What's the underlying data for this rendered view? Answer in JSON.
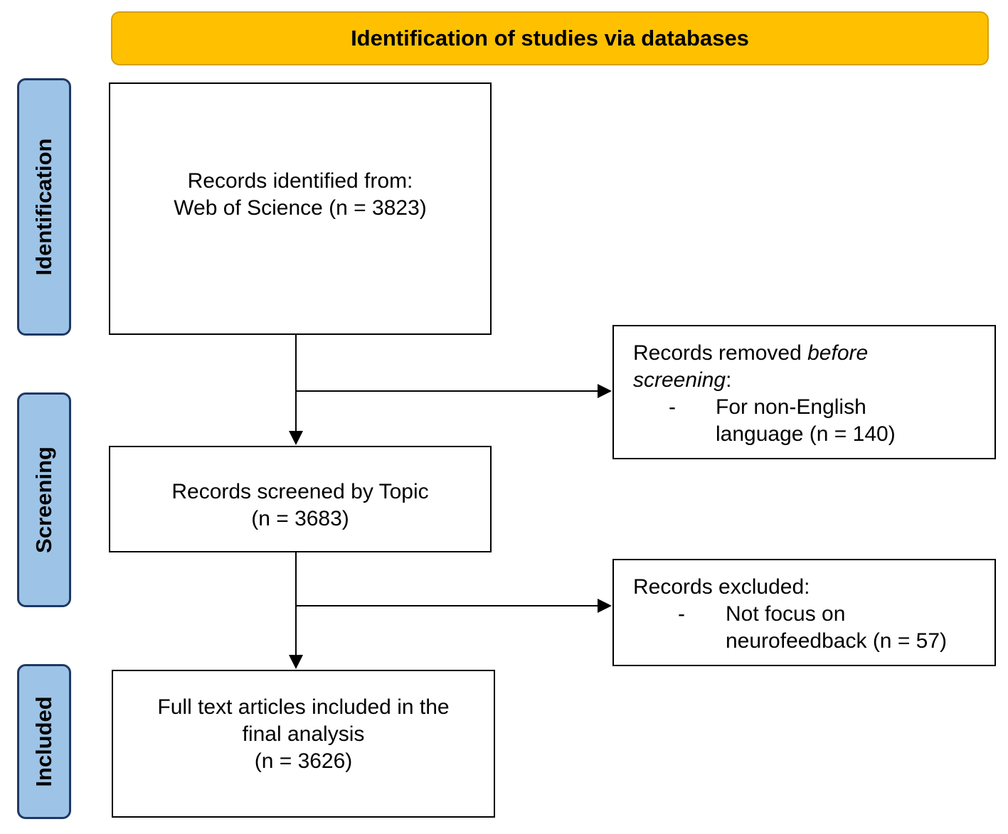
{
  "banner": {
    "title": "Identification of studies via databases"
  },
  "phases": {
    "identification": "Identification",
    "screening": "Screening",
    "included": "Included"
  },
  "boxes": {
    "identified": {
      "line1": "Records identified from:",
      "line2": "Web of Science (n = 3823)"
    },
    "removed": {
      "prefix": "Records removed ",
      "emphasis_before": "before",
      "emphasis_screening": "screening",
      "suffix": ":",
      "bullet": "-",
      "item_line1": "For non-English",
      "item_line2": "language (n = 140)"
    },
    "screened": {
      "line1": "Records screened by Topic",
      "line2": "(n = 3683)"
    },
    "excluded": {
      "title": "Records excluded:",
      "bullet": "-",
      "item_line1": "Not focus on",
      "item_line2": "neurofeedback (n = 57)"
    },
    "included": {
      "line1": "Full text articles included in the",
      "line2": "final analysis",
      "line3": "(n = 3626)"
    }
  },
  "colors": {
    "banner_fill": "#ffc000",
    "phase_fill": "#9dc3e6",
    "phase_border": "#1f3864"
  }
}
